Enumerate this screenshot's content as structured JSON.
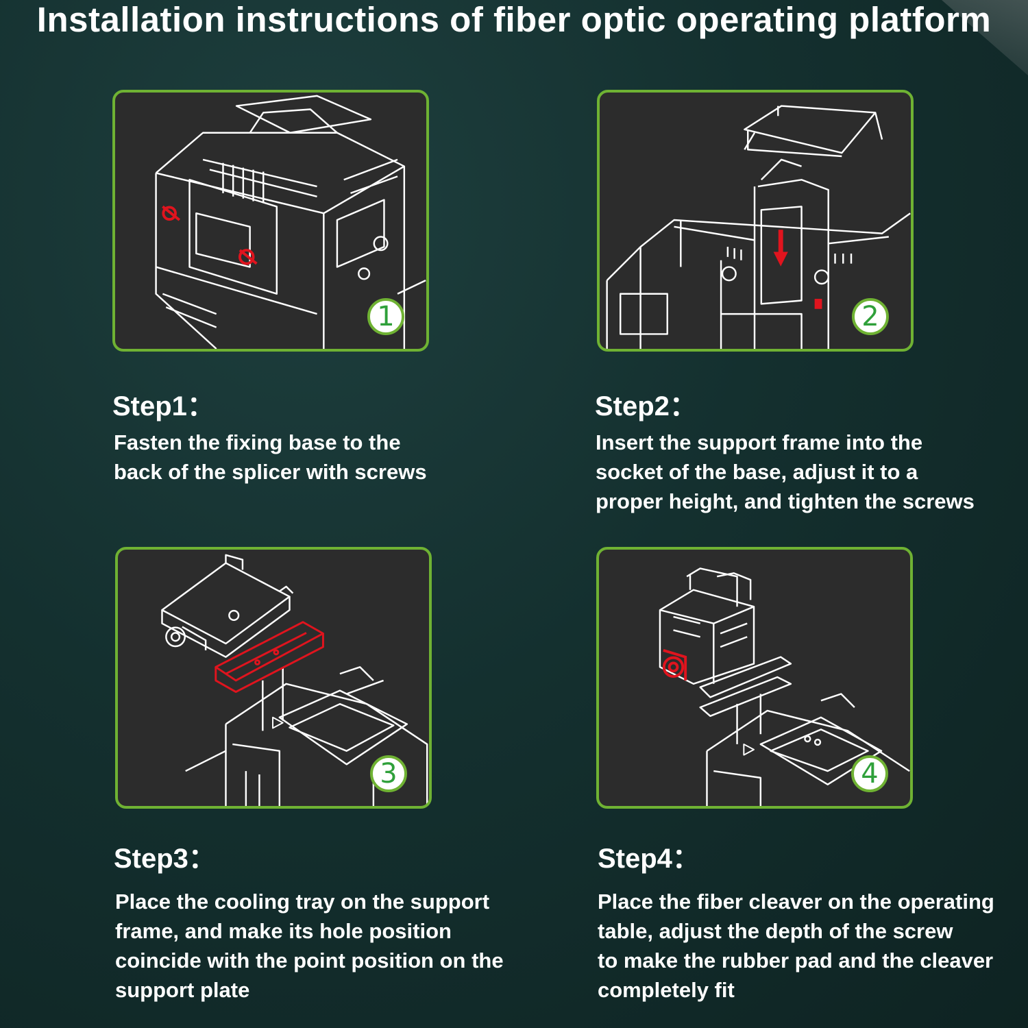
{
  "title": "Installation instructions of fiber optic operating platform",
  "steps": [
    {
      "number": "1",
      "heading": "Step1：",
      "text": "Fasten the fixing base to the\nback of the splicer with screws"
    },
    {
      "number": "2",
      "heading": "Step2：",
      "text": "Insert the support frame into the\nsocket of the base, adjust it to  a\nproper height, and tighten the screws"
    },
    {
      "number": "3",
      "heading": "Step3：",
      "text": "Place the cooling tray on the support\nframe, and make its hole position\ncoincide with the point position on the\nsupport plate"
    },
    {
      "number": "4",
      "heading": "Step4：",
      "text": "Place the fiber cleaver on the operating\ntable, adjust the depth of the screw\nto make the rubber pad and the cleaver\ncompletely fit"
    }
  ],
  "colors": {
    "panel_border": "#6fb233",
    "panel_bg": "#2c2c2c",
    "highlight_red": "#e0141e",
    "badge_digit": "#2fa03a"
  }
}
